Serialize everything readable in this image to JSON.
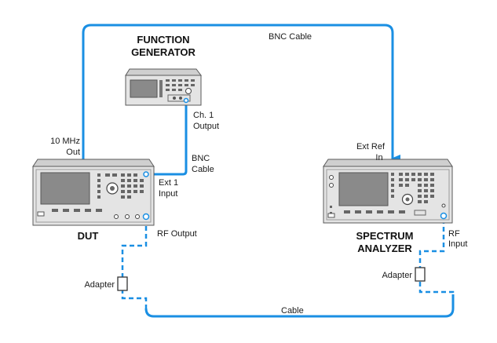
{
  "colors": {
    "cable": "#1a8fe3",
    "instrument_body": "#e4e4e4",
    "instrument_edge": "#5a5a5a",
    "screen": "#8a8a8a",
    "adapter": "#ffffff"
  },
  "icons": [
    "function-generator-icon",
    "dut-instrument-icon",
    "spectrum-analyzer-icon",
    "adapter-icon"
  ],
  "instruments": {
    "function_generator": {
      "title_line1": "FUNCTION",
      "title_line2": "GENERATOR",
      "output_label_line1": "Ch. 1",
      "output_label_line2": "Output"
    },
    "dut": {
      "title": "DUT",
      "ref_out_line1": "10 MHz",
      "ref_out_line2": "Out",
      "ext_input_line1": "Ext 1",
      "ext_input_line2": "Input",
      "rf_output": "RF Output"
    },
    "spectrum_analyzer": {
      "title_line1": "SPECTRUM",
      "title_line2": "ANALYZER",
      "ext_ref_line1": "Ext Ref",
      "ext_ref_line2": "In",
      "rf_input_line1": "RF",
      "rf_input_line2": "Input"
    }
  },
  "cables": {
    "bnc_top": "BNC Cable",
    "bnc_mid_line1": "BNC",
    "bnc_mid_line2": "Cable",
    "rf_cable": "Cable"
  },
  "adapters": {
    "left": "Adapter",
    "right": "Adapter"
  }
}
